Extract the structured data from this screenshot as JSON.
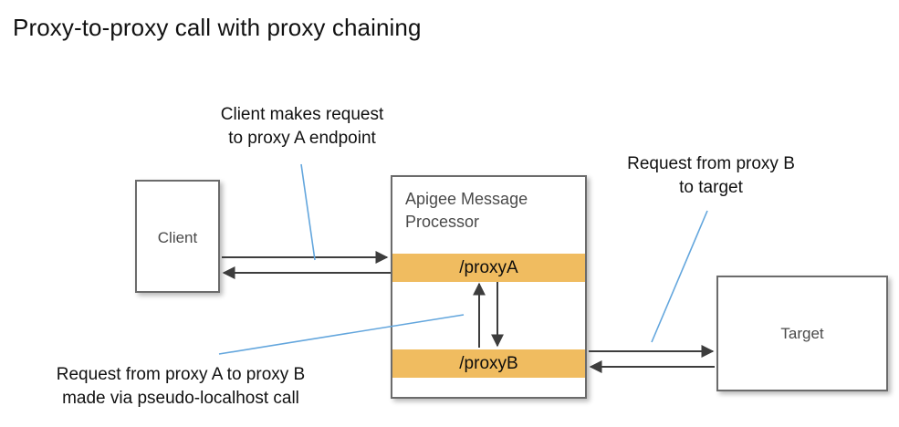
{
  "title": "Proxy-to-proxy call with proxy chaining",
  "nodes": {
    "client": {
      "label": "Client"
    },
    "target": {
      "label": "Target"
    },
    "message_processor": {
      "title": "Apigee Message\nProcessor",
      "proxy_a": "/proxyA",
      "proxy_b": "/proxyB"
    }
  },
  "annotations": {
    "client_request": "Client makes request\nto proxy A endpoint",
    "proxy_b_to_target": "Request from proxy B\nto target",
    "proxy_chaining": "Request from proxy A to proxy B\nmade via pseudo-localhost call"
  },
  "colors": {
    "proxy_band": "#f0bc60",
    "box_border": "#6b6b6b",
    "arrow": "#3d3d3d",
    "leader": "#63a6dd",
    "muted_text": "#4a4a4a"
  }
}
